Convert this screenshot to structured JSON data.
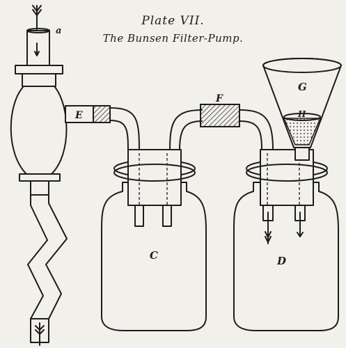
{
  "plate": {
    "title": "Plate VII.",
    "subtitle": "The Bunsen Filter-Pump."
  },
  "labels": {
    "a": "a",
    "e": "E",
    "f": "F",
    "g": "G",
    "h": "H",
    "c": "C",
    "d": "D"
  },
  "colors": {
    "ink": "#1c1c1c",
    "paper": "#f2f0ea"
  }
}
